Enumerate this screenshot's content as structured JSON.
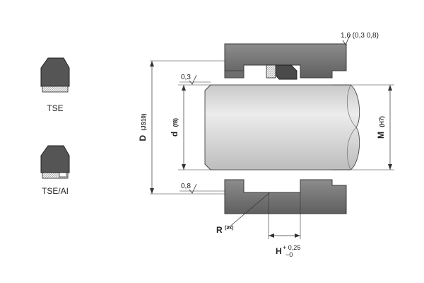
{
  "colors": {
    "housing": "#7a7a7a",
    "housing_edge": "#3a3a3a",
    "rod_light": "#e9e9e9",
    "rod_dark": "#c4c4c4",
    "seal_dark": "#4a4a4a",
    "hatch": "#dcdcdc",
    "line": "#333333"
  },
  "profiles": [
    {
      "name": "TSE"
    },
    {
      "name": "TSE/AI"
    }
  ],
  "dims": {
    "D": {
      "symbol": "D",
      "tol": "(JS10)"
    },
    "d": {
      "symbol": "d",
      "tol": "(f8)"
    },
    "M": {
      "symbol": "M",
      "tol": "(H7)"
    },
    "R": {
      "symbol": "R",
      "note": "(2x)"
    },
    "H": {
      "symbol": "H",
      "tol_upper": "+ 0,25",
      "tol_lower": "−0"
    }
  },
  "surface": {
    "top_right": "1,6 (0,3 0,8)",
    "bore": "0,3",
    "groove": "0,8"
  }
}
